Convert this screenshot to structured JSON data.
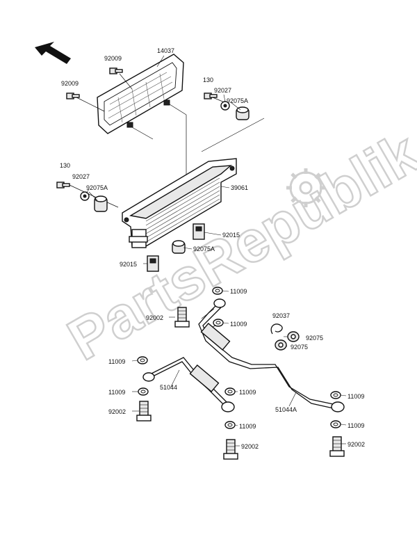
{
  "watermark": {
    "text": "PartsRepublik"
  },
  "labels": {
    "l_14037": "14037",
    "l_92009a": "92009",
    "l_92009b": "92009",
    "l_130a": "130",
    "l_92027a": "92027",
    "l_92075Aa": "92075A",
    "l_130b": "130",
    "l_92027b": "92027",
    "l_92075Ab": "92075A",
    "l_39061": "39061",
    "l_92015a": "92015",
    "l_92075Ac": "92075A",
    "l_92015b": "92015",
    "l_11009a": "11009",
    "l_92002a": "92002",
    "l_11009b": "11009",
    "l_92037": "92037",
    "l_92075a": "92075",
    "l_92075b": "92075",
    "l_11009c": "11009",
    "l_51044": "51044",
    "l_11009d": "11009",
    "l_11009e": "11009",
    "l_92002b": "92002",
    "l_51044A": "51044A",
    "l_11009f": "11009",
    "l_11009g": "11009",
    "l_11009h": "11009",
    "l_92002c": "92002",
    "l_92002d": "92002"
  }
}
